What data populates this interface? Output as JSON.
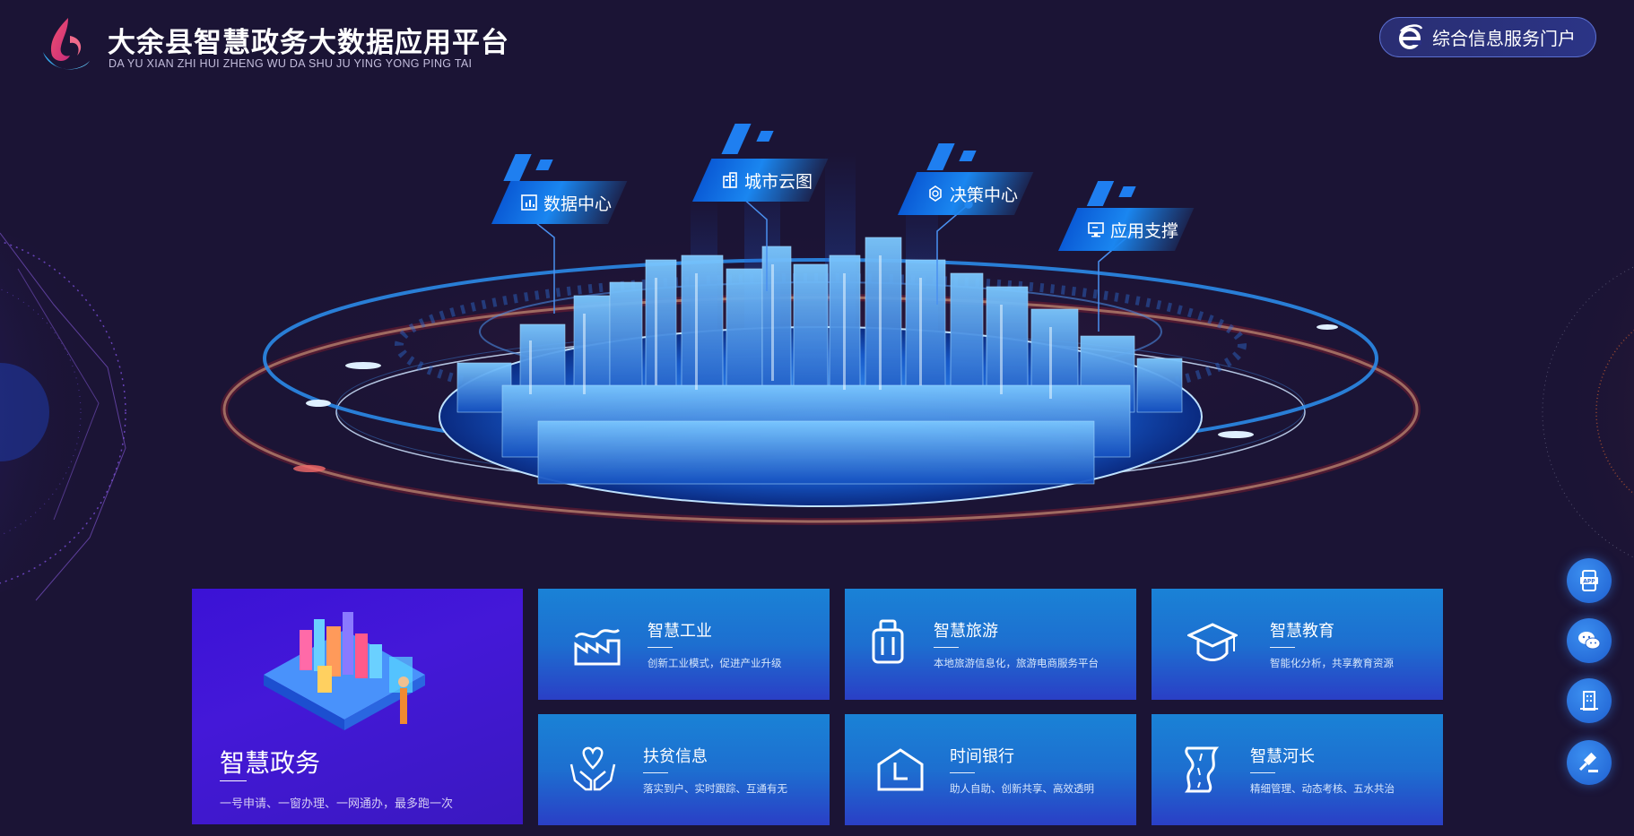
{
  "header": {
    "title": "大余县智慧政务大数据应用平台",
    "subtitle": "DA YU XIAN ZHI HUI ZHENG WU DA SHU JU YING YONG PING TAI",
    "portal_button": "综合信息服务门户"
  },
  "scene_tags": [
    {
      "label": "数据中心",
      "icon": "chart-icon"
    },
    {
      "label": "城市云图",
      "icon": "buildings-icon"
    },
    {
      "label": "决策中心",
      "icon": "cycle-icon"
    },
    {
      "label": "应用支撑",
      "icon": "monitor-icon"
    }
  ],
  "feature_main": {
    "title": "智慧政务",
    "desc": "一号申请、一窗办理、一网通办，最多跑一次"
  },
  "features": [
    {
      "title": "智慧工业",
      "desc": "创新工业模式，促进产业升级",
      "icon": "factory-icon"
    },
    {
      "title": "智慧旅游",
      "desc": "本地旅游信息化，旅游电商服务平台",
      "icon": "luggage-icon"
    },
    {
      "title": "智慧教育",
      "desc": "智能化分析，共享教育资源",
      "icon": "graduation-cap-icon"
    },
    {
      "title": "扶贫信息",
      "desc": "落实到户、实时跟踪、互通有无",
      "icon": "heart-hands-icon"
    },
    {
      "title": "时间银行",
      "desc": "助人自助、创新共享、高效透明",
      "icon": "clock-house-icon"
    },
    {
      "title": "智慧河长",
      "desc": "精细管理、动态考核、五水共治",
      "icon": "river-icon"
    }
  ],
  "side_buttons": [
    {
      "icon": "app-phone-icon",
      "label": "APP"
    },
    {
      "icon": "wechat-icon"
    },
    {
      "icon": "building-icon"
    },
    {
      "icon": "gavel-icon"
    }
  ],
  "colors": {
    "background": "#1b1435",
    "card_blue": "#1a82d6",
    "card_purple": "#3b12d6",
    "tag_blue": "#1a86f0"
  }
}
